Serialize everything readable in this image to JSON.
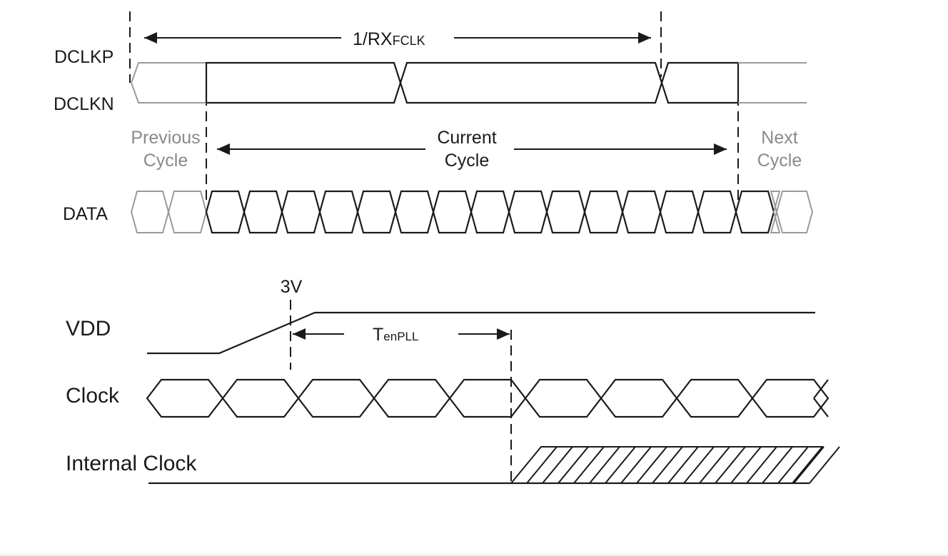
{
  "diagram": {
    "colors": {
      "signal": "#1a1a1a",
      "inactive": "#9a9a9a",
      "background": "#ffffff"
    },
    "top": {
      "period_label": "1/RX",
      "period_sub": "FCLK",
      "signals": {
        "dclkp": "DCLKP",
        "dclkn": "DCLKN",
        "data": "DATA"
      },
      "cycles": {
        "previous": [
          "Previous",
          "Cycle"
        ],
        "current": [
          "Current",
          "Cycle"
        ],
        "next": [
          "Next",
          "Cycle"
        ]
      }
    },
    "bottom": {
      "signals": {
        "vdd": "VDD",
        "clock": "Clock",
        "internal_clock": "Internal Clock"
      },
      "threshold_label": "3V",
      "delay_label": "T",
      "delay_sub": "enPLL"
    }
  }
}
